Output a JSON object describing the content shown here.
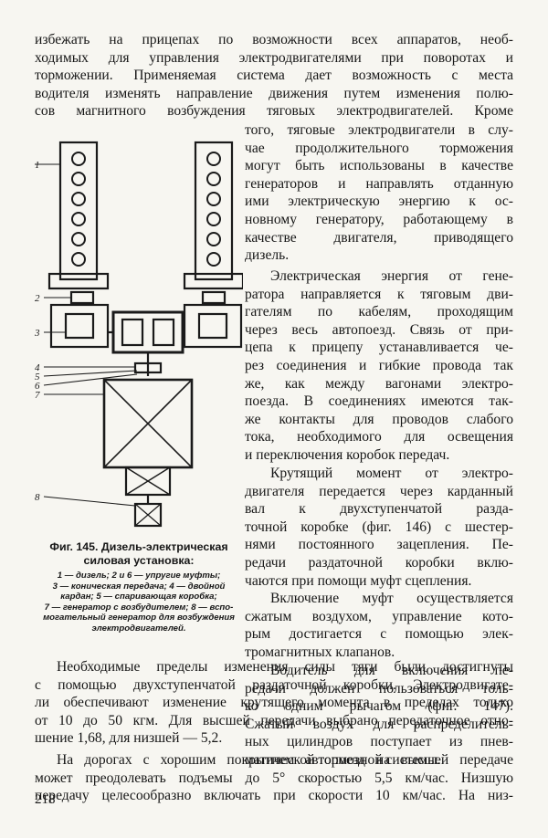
{
  "page": {
    "top_text": {
      "lines": [
        "избежать на прицепах по возможности всех аппаратов, необ-",
        "ходимых для управления электродвигателями при поворотах и",
        "торможении. Применяемая система дает возможность с места",
        "водителя изменять направление движения путем изменения полю-",
        "сов магнитного возбуждения тяговых электродвигателей. Кроме"
      ]
    },
    "right_column": {
      "para1": [
        "того, тяговые электродвигатели в слу-",
        "чае продолжительного торможения",
        "могут быть использованы в качестве",
        "генераторов и направлять отданную",
        "ими электрическую энергию к ос-",
        "новному генератору, работающему в",
        "качестве двигателя, приводящего",
        "дизель."
      ],
      "para2": [
        "Электрическая энергия от гене-",
        "ратора направляется к тяговым дви-",
        "гателям по кабелям, проходящим",
        "через весь автопоезд. Связь от при-",
        "цепа к прицепу устанавливается че-",
        "рез соединения и гибкие провода так",
        "же, как между вагонами электро-",
        "поезда. В соединениях имеются так-",
        "же контакты для проводов слабого",
        "тока, необходимого для освещения",
        "и переключения коробок передач."
      ],
      "para3": [
        "Крутящий момент от электро-",
        "двигателя передается через карданный",
        "вал к двухступенчатой разда-",
        "точной коробке (фиг. 146) с шестер-",
        "нями постоянного зацепления. Пе-",
        "редачи раздаточной коробки вклю-",
        "чаются при помощи муфт сцепления."
      ],
      "para4": [
        "Включение муфт осуществляется",
        "сжатым воздухом, управление кото-",
        "рым достигается с помощью элек-",
        "тромагнитных клапанов."
      ],
      "para5": [
        "Водитель для включения пе-",
        "редачи должен пользоваться толь-",
        "ко одним рычагом (фиг. 147).",
        "Сжатый воздух для распределитель-",
        "ных цилиндров поступает из пнев-",
        "матической тормозной системы."
      ]
    },
    "figure": {
      "labels": [
        "1",
        "2",
        "3",
        "4",
        "5",
        "6",
        "7",
        "8"
      ],
      "caption_title_lines": [
        "Фиг. 145. Дизель-электрическая",
        "силовая установка:"
      ],
      "caption_legend_lines": [
        "1 — дизель; 2 и 6 — упругие муфты;",
        "3 — коническая передача; 4 — двойной",
        "кардан; 5 — спаривающая коробка;",
        "7 — генератор с возбудителем; 8 — вспо-",
        "могательный генератор для возбуждения",
        "электродвигателей."
      ]
    },
    "bottom_text": {
      "para1": [
        "Необходимые пределы изменения силы тяги были достигнуты",
        "с помощью двухступенчатой раздаточной коробки. Электродвигате-",
        "ли обеспечивают изменение крутящего момента в пределах только",
        "от 10 до 50 кгм. Для высшей передачи выбрано передаточное отно-",
        "шение 1,68, для низшей — 5,2."
      ],
      "para2": [
        "На дорогах с хорошим покрытием автопоезд на высшей передаче",
        "может преодолевать подъемы до 5° скоростью 5,5 км/час. Низшую",
        "передачу целесообразно включать при скорости 10 км/час. На низ-"
      ]
    },
    "page_number": "218"
  }
}
